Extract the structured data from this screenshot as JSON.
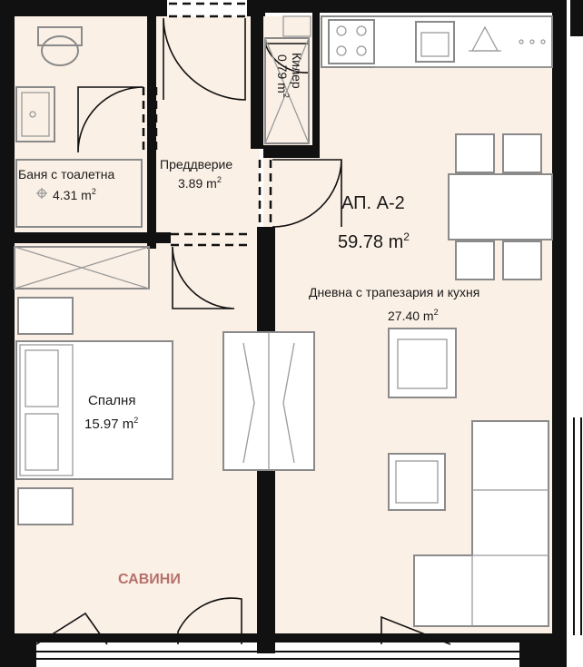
{
  "colors": {
    "floor": "#fbf0e6",
    "wall": "#111111",
    "furniture": "#8a8a8a",
    "terrace_label": "#b5706a"
  },
  "apartment": {
    "name": "АП. А-2",
    "area_value": "59.78 m",
    "area_exp": "2"
  },
  "rooms": {
    "bath": {
      "name": "Баня с тоалетна",
      "area_value": "4.31 m",
      "area_exp": "2"
    },
    "hall": {
      "name": "Преддверие",
      "area_value": "3.89 m",
      "area_exp": "2"
    },
    "pantry": {
      "name": "Килер",
      "area_value": "0.79 m",
      "area_exp": "2"
    },
    "living": {
      "name": "Дневна с трапезария и кухня",
      "area_value": "27.40 m",
      "area_exp": "2"
    },
    "bedroom": {
      "name": "Спалня",
      "area_value": "15.97 m",
      "area_exp": "2"
    },
    "terrace": {
      "name": "САВИНИ"
    }
  }
}
